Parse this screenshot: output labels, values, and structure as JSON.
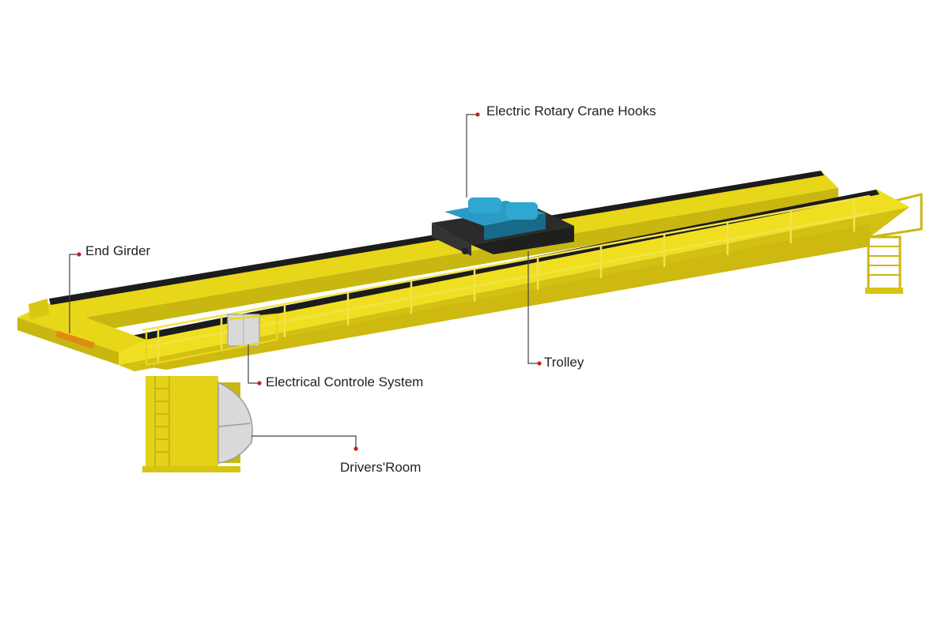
{
  "diagram": {
    "subject": "double-girder-overhead-crane",
    "labels": {
      "hooks": "Electric Rotary Crane Hooks",
      "end_girder": "End Girder",
      "trolley": "Trolley",
      "control_system": "Electrical Controle System",
      "drivers_room": "Drivers'Room"
    }
  },
  "colors": {
    "girder_yellow": "#e8d619",
    "girder_dark": "#b9a80e",
    "girder_shadow": "#8f8208",
    "rail_black": "#1c1c1c",
    "trolley_blue": "#2a9bc4",
    "trolley_dark": "#176a8a",
    "trolley_frame": "#2b2b2b",
    "cabin_glass": "#d9d9d9",
    "callout_dot": "#d11a1a",
    "leader_line": "#444444",
    "label_text": "#222222"
  }
}
